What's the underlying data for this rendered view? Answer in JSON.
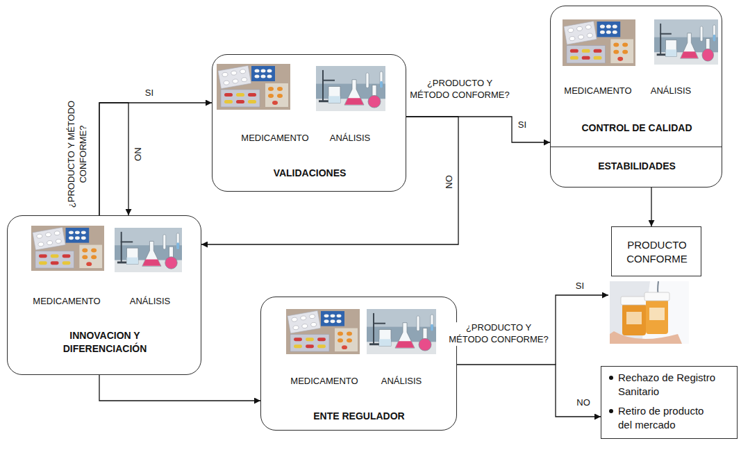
{
  "diagram": {
    "nodes": [
      {
        "text": [
          "MEDICAMENTO",
          "ANÁLISIS",
          "VALIDACIONES"
        ]
      },
      {
        "text": [
          "MEDICAMENTO",
          "ANÁLISIS",
          "CONTROL DE CALIDAD",
          "ESTABILIDADES"
        ]
      },
      {
        "text": [
          "PRODUCTO CONFORME"
        ]
      },
      {
        "text": [
          "MEDICAMENTO",
          "ANÁLISIS",
          "INNOVACION Y DIFERENCIACIÓN"
        ]
      },
      {
        "text": [
          "MEDICAMENTO",
          "ANÁLISIS",
          "ENTE REGULADOR"
        ]
      },
      {
        "text": [
          "Rechazo de Registro Sanitario",
          "Retiro de producto del mercado"
        ]
      }
    ],
    "edges": [
      {
        "from": 3,
        "to": 0,
        "label": "SI",
        "arrow": "to"
      },
      {
        "from": 3,
        "to": 3,
        "label": "NO",
        "arrow": "to"
      },
      {
        "from": 0,
        "to": 1,
        "label": "SI",
        "arrow": "to"
      },
      {
        "from": 0,
        "to": 3,
        "label": "NO",
        "arrow": "to"
      },
      {
        "from": 1,
        "to": 2,
        "arrow": "to"
      },
      {
        "from": 3,
        "to": 4,
        "arrow": "to"
      },
      {
        "from": 4,
        "to": 5,
        "label": "NO",
        "arrow": "to"
      }
    ],
    "labels": [
      "¿PRODUCTO Y MÉTODO CONFORME?",
      "¿PRODUCTO Y MÉTODO CONFORME?",
      "¿PRODUCTO Y MÉTODO CONFORME?",
      "SI"
    ]
  }
}
